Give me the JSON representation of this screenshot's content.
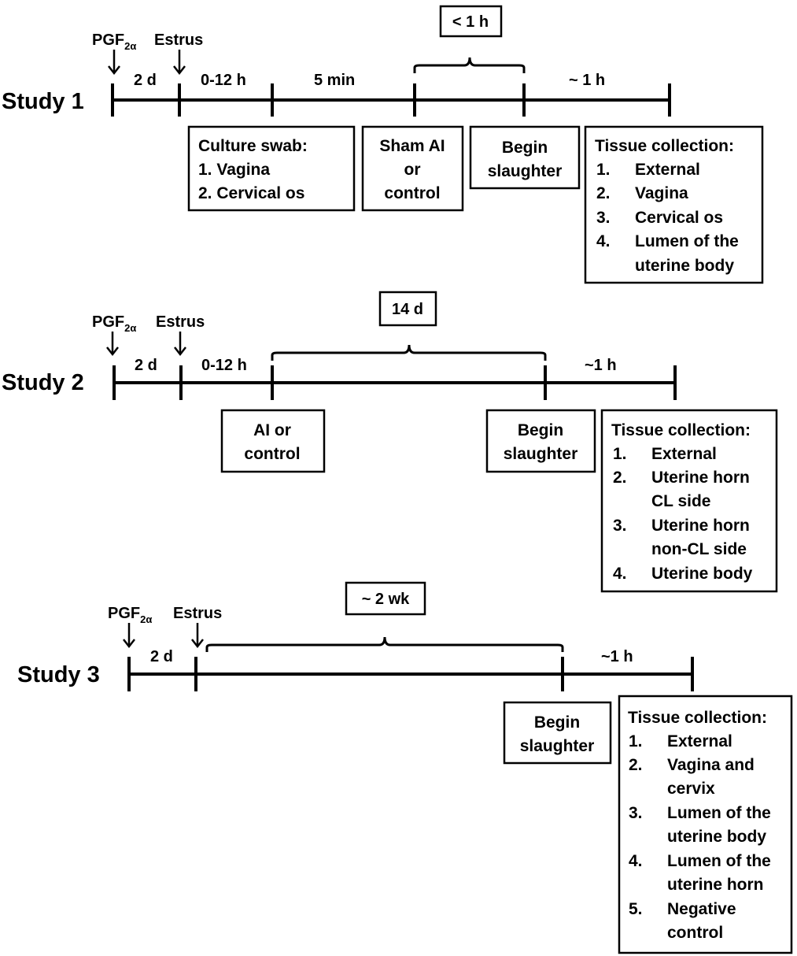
{
  "studies": [
    {
      "label": "Study 1",
      "pgf": "PGF",
      "pgf_sub": "2α",
      "estrus": "Estrus",
      "intervals": [
        "2 d",
        "0-12 h",
        "5 min",
        "~ 1 h"
      ],
      "bracket_label": "< 1 h",
      "boxes": {
        "culture": [
          "Culture swab:",
          "1. Vagina",
          "2. Cervical os"
        ],
        "sham": [
          "Sham AI",
          "or",
          "control"
        ],
        "slaughter": [
          "Begin",
          "slaughter"
        ],
        "tissue_title": "Tissue collection:",
        "tissue_items": [
          {
            "num": "1.",
            "lines": [
              "External"
            ]
          },
          {
            "num": "2.",
            "lines": [
              "Vagina"
            ]
          },
          {
            "num": "3.",
            "lines": [
              "Cervical os"
            ]
          },
          {
            "num": "4.",
            "lines": [
              "Lumen of the",
              "uterine body"
            ]
          }
        ]
      }
    },
    {
      "label": "Study 2",
      "pgf": "PGF",
      "pgf_sub": "2α",
      "estrus": "Estrus",
      "intervals": [
        "2 d",
        "0-12 h",
        "~1 h"
      ],
      "bracket_label": "14 d",
      "boxes": {
        "ai": [
          "AI or",
          "control"
        ],
        "slaughter": [
          "Begin",
          "slaughter"
        ],
        "tissue_title": "Tissue collection:",
        "tissue_items": [
          {
            "num": "1.",
            "lines": [
              "External"
            ]
          },
          {
            "num": "2.",
            "lines": [
              "Uterine horn",
              "CL side"
            ]
          },
          {
            "num": "3.",
            "lines": [
              "Uterine horn",
              "non-CL side"
            ]
          },
          {
            "num": "4.",
            "lines": [
              "Uterine body"
            ]
          }
        ]
      }
    },
    {
      "label": "Study 3",
      "pgf": "PGF",
      "pgf_sub": "2α",
      "estrus": "Estrus",
      "intervals": [
        "2 d",
        "~1 h"
      ],
      "bracket_label": "~ 2 wk",
      "boxes": {
        "slaughter": [
          "Begin",
          "slaughter"
        ],
        "tissue_title": "Tissue collection:",
        "tissue_items": [
          {
            "num": "1.",
            "lines": [
              "External"
            ]
          },
          {
            "num": "2.",
            "lines": [
              "Vagina and",
              "cervix"
            ]
          },
          {
            "num": "3.",
            "lines": [
              "Lumen of the",
              "uterine body"
            ]
          },
          {
            "num": "4.",
            "lines": [
              "Lumen of the",
              "uterine horn"
            ]
          },
          {
            "num": "5.",
            "lines": [
              "Negative",
              "control"
            ]
          }
        ]
      }
    }
  ]
}
